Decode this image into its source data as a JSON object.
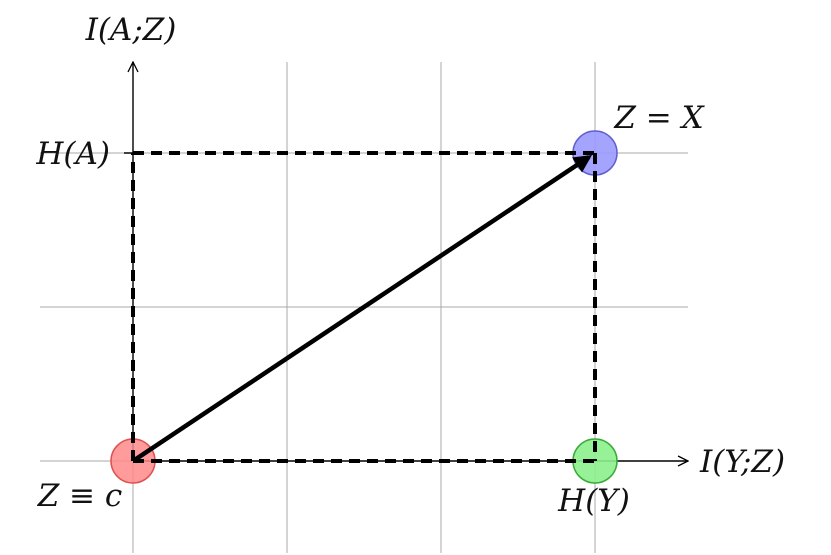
{
  "labels": {
    "y_axis": "I(A;Z)",
    "x_axis": "I(Y;Z)",
    "y_tick": "H(A)",
    "x_tick": "H(Y)",
    "origin_point": "Z ≡ c",
    "top_right_point": "Z = X"
  },
  "colors": {
    "origin_point": "#ff8a8a",
    "top_right_point": "#9a9aff",
    "bottom_right_point": "#8cf08c",
    "grid": "#a8a8a8",
    "ink": "#000000"
  },
  "points": [
    {
      "name": "origin-point",
      "x": 0,
      "y": 0,
      "color": "#ff8a8a"
    },
    {
      "name": "top-right-point",
      "x": 3,
      "y": 2,
      "color": "#9a9aff"
    },
    {
      "name": "bottom-right-point",
      "x": 3,
      "y": 0,
      "color": "#8cf08c"
    }
  ]
}
